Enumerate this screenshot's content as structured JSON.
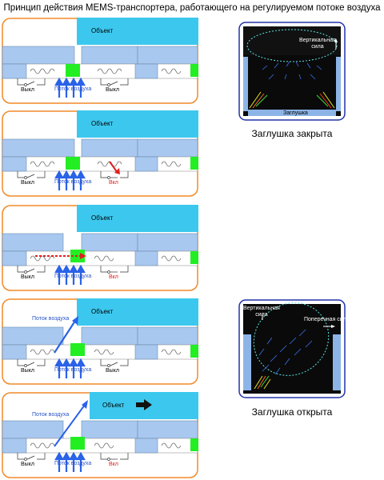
{
  "title": "Принцип действия MEMS-транспортера, работающего на регулируемом потоке воздуха",
  "colors": {
    "object": "#3cc8ee",
    "beam": "#a8c8f0",
    "valve": "#22ee22",
    "frame": "#f08a28",
    "arrow": "#2a62e8",
    "on": "#e02020"
  },
  "labels": {
    "object": "Объект",
    "off": "Выкл",
    "on": "Вкл",
    "airflow": "Поток воздуха"
  },
  "sims": [
    {
      "caption": "Заглушка закрыта",
      "force1": "Вертикальная\nсила",
      "plug": "Заглушка"
    },
    {
      "caption": "Заглушка открыта",
      "force1": "Вертикальная\nсила",
      "force2": "Поперечная сила"
    }
  ]
}
